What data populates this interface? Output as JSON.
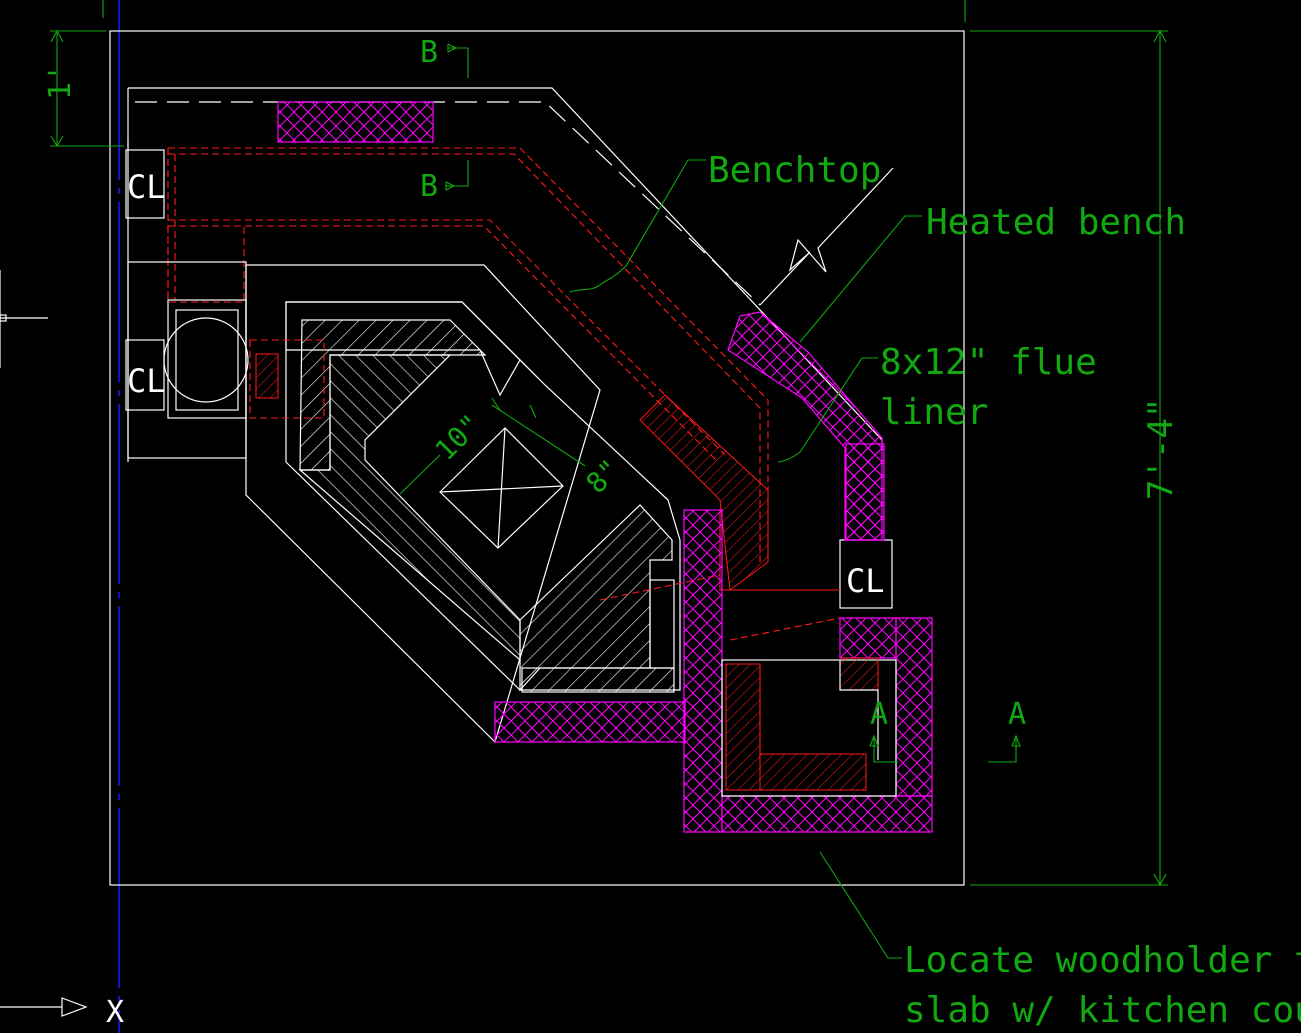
{
  "labels": {
    "benchtop": "Benchtop",
    "heated_bench": "Heated bench",
    "flue_liner_1": "8x12\" flue",
    "flue_liner_2": "liner",
    "woodholder_1": "Locate woodholder to align",
    "woodholder_2": "slab w/ kitchen counter",
    "dim_overall": "7'-4\"",
    "dim_one_foot": "1'",
    "dim_ten": "10\"",
    "dim_eight": "8\"",
    "section_b": "B",
    "section_a": "A",
    "centerline": "CL",
    "axis_x": "X"
  },
  "colors": {
    "background": "#000000",
    "outline": "#ffffff",
    "dimension": "#11a811",
    "hidden": "#ff1a1a",
    "hatch": "#ff00ff",
    "axis": "#1a1aff"
  }
}
